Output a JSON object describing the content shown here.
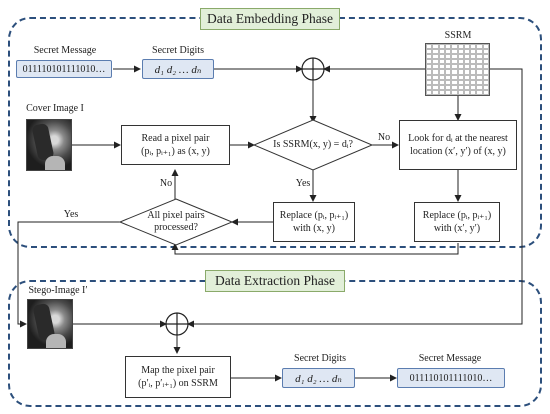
{
  "embedding": {
    "title": "Data Embedding Phase",
    "secret_message_label": "Secret Message",
    "secret_message_value": "011110101111010…",
    "secret_digits_label": "Secret Digits",
    "secret_digits_value": "d₁ d₂ … dₙ",
    "ssrm_label": "SSRM",
    "cover_image_label": "Cover Image I",
    "read_pair_line1": "Read a pixel pair",
    "read_pair_line2": "(pᵢ, pᵢ₊₁) as (x, y)",
    "decision_ssrm": "Is SSRM(x, y) = dᵢ?",
    "look_for_line1": "Look for dᵢ at the nearest",
    "look_for_line2": "location (x′, y′) of (x, y)",
    "replace_xy_line1": "Replace (pᵢ, pᵢ₊₁)",
    "replace_xy_line2": "with (x, y)",
    "replace_x2y2_line1": "Replace (pᵢ, pᵢ₊₁)",
    "replace_x2y2_line2": "with (x′, y′)",
    "decision_all_line1": "All pixel pairs",
    "decision_all_line2": "processed?",
    "label_no_right": "No",
    "label_yes_down": "Yes",
    "label_no_up": "No",
    "label_yes_left": "Yes"
  },
  "extraction": {
    "title": "Data Extraction Phase",
    "stego_image_label": "Stego-Image I′",
    "map_pair_line1": "Map the pixel pair",
    "map_pair_line2": "(p′ᵢ, p′ᵢ₊₁) on SSRM",
    "secret_digits_label": "Secret Digits",
    "secret_digits_value": "d₁ d₂ … dₙ",
    "secret_message_label": "Secret Message",
    "secret_message_value": "011110101111010…"
  },
  "colors": {
    "frame": "#2c4f7c",
    "title_fill": "#e2efd9",
    "scroll_fill": "#dfe7f3",
    "scroll_border": "#5b7db0"
  }
}
